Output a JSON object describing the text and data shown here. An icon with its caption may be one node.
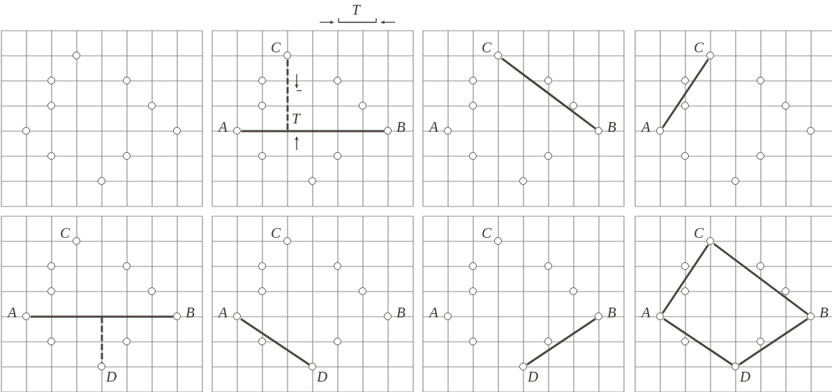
{
  "diagram": {
    "nodes": [
      {
        "text": [],
        "shape": "circle"
      },
      {
        "text": [],
        "shape": "circle"
      },
      {
        "text": [],
        "shape": "circle"
      },
      {
        "text": [],
        "shape": "circle"
      },
      {
        "text": [],
        "shape": "circle"
      },
      {
        "text": [],
        "shape": "circle"
      },
      {
        "text": [],
        "shape": "circle"
      },
      {
        "text": [],
        "shape": "circle"
      },
      {
        "text": [],
        "shape": "circle"
      },
      {
        "text": [],
        "shape": "circle"
      },
      {
        "text": [],
        "shape": "circle",
        "beside": [
          "C"
        ]
      },
      {
        "text": [],
        "shape": "circle"
      },
      {
        "text": [],
        "shape": "circle"
      },
      {
        "text": [],
        "shape": "circle"
      },
      {
        "text": [],
        "shape": "circle"
      },
      {
        "text": [],
        "shape": "circle",
        "beside": [
          "A"
        ]
      },
      {
        "text": [],
        "shape": "circle",
        "beside": [
          "B"
        ]
      },
      {
        "text": [],
        "shape": "circle"
      },
      {
        "text": [],
        "shape": "circle"
      },
      {
        "text": [],
        "shape": "circle"
      },
      {
        "text": [],
        "shape": "circle",
        "beside": [
          "C"
        ]
      },
      {
        "text": [],
        "shape": "circle"
      },
      {
        "text": [],
        "shape": "circle"
      },
      {
        "text": [],
        "shape": "circle"
      },
      {
        "text": [],
        "shape": "circle"
      },
      {
        "text": [],
        "shape": "circle",
        "beside": [
          "A"
        ]
      },
      {
        "text": [],
        "shape": "circle",
        "beside": [
          "B"
        ]
      },
      {
        "text": [],
        "shape": "circle"
      },
      {
        "text": [],
        "shape": "circle"
      },
      {
        "text": [],
        "shape": "circle"
      },
      {
        "text": [],
        "shape": "circle",
        "beside": [
          "C"
        ]
      },
      {
        "text": [],
        "shape": "circle"
      },
      {
        "text": [],
        "shape": "circle"
      },
      {
        "text": [],
        "shape": "circle"
      },
      {
        "text": [],
        "shape": "circle"
      },
      {
        "text": [],
        "shape": "circle",
        "beside": [
          "A"
        ]
      },
      {
        "text": [],
        "shape": "circle"
      },
      {
        "text": [],
        "shape": "circle"
      },
      {
        "text": [],
        "shape": "circle"
      },
      {
        "text": [],
        "shape": "circle"
      },
      {
        "text": [],
        "shape": "circle",
        "beside": [
          "C"
        ]
      },
      {
        "text": [],
        "shape": "circle"
      },
      {
        "text": [],
        "shape": "circle"
      },
      {
        "text": [],
        "shape": "circle"
      },
      {
        "text": [],
        "shape": "circle"
      },
      {
        "text": [],
        "shape": "circle",
        "beside": [
          "A"
        ]
      },
      {
        "text": [],
        "shape": "circle",
        "beside": [
          "B"
        ]
      },
      {
        "text": [],
        "shape": "circle"
      },
      {
        "text": [],
        "shape": "circle"
      },
      {
        "text": [],
        "shape": "circle",
        "beside": [
          "D"
        ]
      },
      {
        "text": [],
        "shape": "circle",
        "beside": [
          "C"
        ]
      },
      {
        "text": [],
        "shape": "circle"
      },
      {
        "text": [],
        "shape": "circle"
      },
      {
        "text": [],
        "shape": "circle"
      },
      {
        "text": [],
        "shape": "circle"
      },
      {
        "text": [],
        "shape": "circle",
        "beside": [
          "A"
        ]
      },
      {
        "text": [],
        "shape": "circle",
        "beside": [
          "B"
        ]
      },
      {
        "text": [],
        "shape": "circle"
      },
      {
        "text": [],
        "shape": "circle"
      },
      {
        "text": [],
        "shape": "circle",
        "beside": [
          "D"
        ]
      },
      {
        "text": [],
        "shape": "circle",
        "beside": [
          "C"
        ]
      },
      {
        "text": [],
        "shape": "circle"
      },
      {
        "text": [],
        "shape": "circle"
      },
      {
        "text": [],
        "shape": "circle"
      },
      {
        "text": [],
        "shape": "circle"
      },
      {
        "text": [],
        "shape": "circle",
        "beside": [
          "A"
        ]
      },
      {
        "text": [],
        "shape": "circle",
        "beside": [
          "B"
        ]
      },
      {
        "text": [],
        "shape": "circle"
      },
      {
        "text": [],
        "shape": "circle"
      },
      {
        "text": [],
        "shape": "circle",
        "beside": [
          "D"
        ]
      },
      {
        "text": [],
        "shape": "circle",
        "beside": [
          "C"
        ]
      },
      {
        "text": [],
        "shape": "circle"
      },
      {
        "text": [],
        "shape": "circle"
      },
      {
        "text": [],
        "shape": "circle"
      },
      {
        "text": [],
        "shape": "circle"
      },
      {
        "text": [],
        "shape": "circle",
        "beside": [
          "A"
        ]
      },
      {
        "text": [],
        "shape": "circle",
        "beside": [
          "B"
        ]
      },
      {
        "text": [],
        "shape": "circle"
      },
      {
        "text": [],
        "shape": "circle"
      },
      {
        "text": [],
        "shape": "circle",
        "beside": [
          "D"
        ]
      }
    ],
    "edges": [
      {
        "from": 15,
        "to": 16,
        "arrow": "none"
      },
      {
        "from": 10,
        "to": null,
        "arrow": "none",
        "style": "dashed"
      },
      {
        "from": 20,
        "to": 26,
        "arrow": "none"
      },
      {
        "from": 35,
        "to": 30,
        "arrow": "none"
      },
      {
        "from": 45,
        "to": 46,
        "arrow": "none"
      },
      {
        "from": null,
        "to": 49,
        "arrow": "none",
        "style": "dashed"
      },
      {
        "from": 55,
        "to": 59,
        "arrow": "none"
      },
      {
        "from": 69,
        "to": 66,
        "arrow": "none"
      },
      {
        "from": 75,
        "to": 70,
        "arrow": "none"
      },
      {
        "from": 70,
        "to": 76,
        "arrow": "none"
      },
      {
        "from": 76,
        "to": 79,
        "arrow": "none"
      },
      {
        "from": 79,
        "to": 75,
        "arrow": "none"
      }
    ],
    "labels": [
      "T",
      "T"
    ]
  }
}
